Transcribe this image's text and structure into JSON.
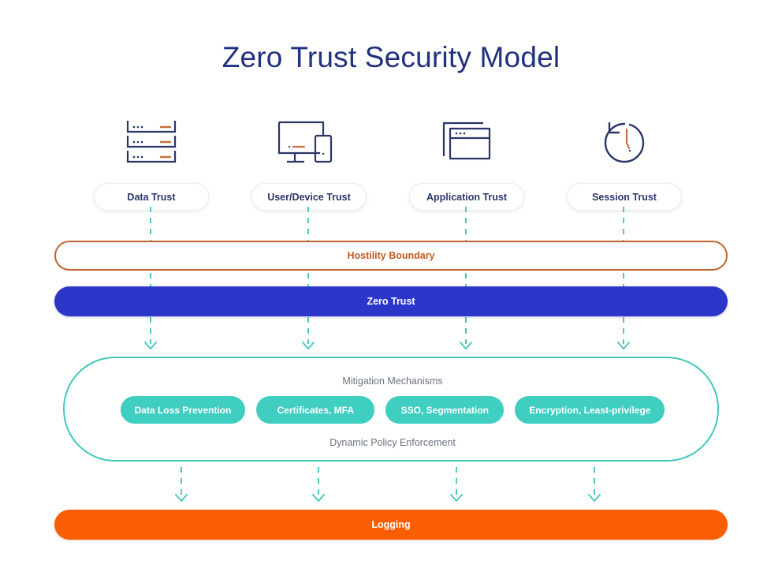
{
  "page": {
    "title": "Zero Trust Security Model",
    "background": "#ffffff"
  },
  "colors": {
    "title_navy": "#22317e",
    "icon_navy": "#2b3568",
    "icon_accent_orange": "#c4703a",
    "hostility_border": "#c0622f",
    "hostility_text": "#c05a22",
    "zero_trust_fill": "#2c36c9",
    "teal": "#3fcec0",
    "teal_border": "#3fc9b9",
    "logging_fill": "#f95e05",
    "caption_gray": "#6b7280",
    "connector_teal": "#4ec8bd"
  },
  "trust_layer": {
    "items": [
      {
        "label": "Data Trust",
        "icon": "server-stack-icon"
      },
      {
        "label": "User/Device Trust",
        "icon": "monitor-and-phone-icon"
      },
      {
        "label": "Application Trust",
        "icon": "app-windows-icon"
      },
      {
        "label": "Session Trust",
        "icon": "clock-refresh-icon"
      }
    ]
  },
  "boundary_bar": {
    "label": "Hostility Boundary"
  },
  "zero_trust_bar": {
    "label": "Zero Trust"
  },
  "mitigation": {
    "caption_top": "Mitigation Mechanisms",
    "caption_bottom": "Dynamic Policy Enforcement",
    "mechanisms": [
      {
        "label": "Data Loss Prevention"
      },
      {
        "label": "Certificates, MFA"
      },
      {
        "label": "SSO, Segmentation"
      },
      {
        "label": "Encryption, Least-privilege"
      }
    ]
  },
  "logging_bar": {
    "label": "Logging"
  },
  "connectors": {
    "top_arrow_label": "chevron-down-arrow",
    "bottom_arrow_label": "chevron-down-arrow"
  }
}
